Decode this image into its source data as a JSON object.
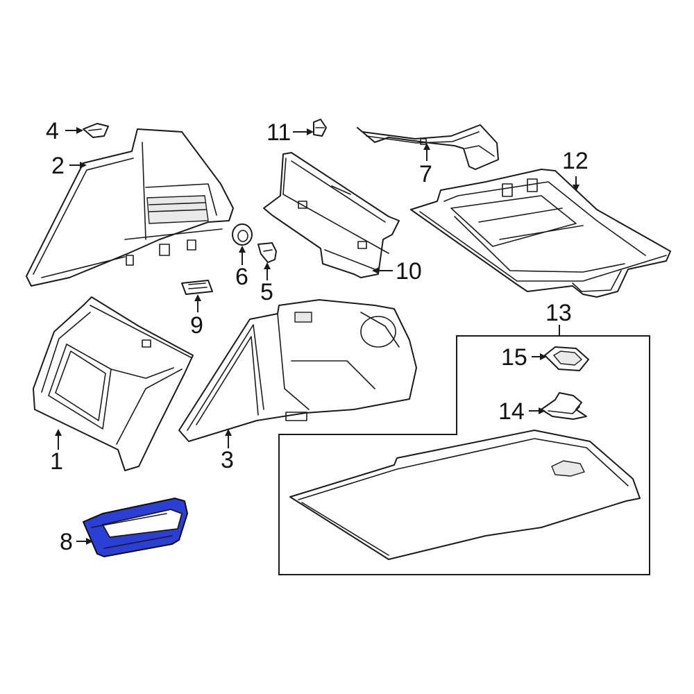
{
  "callouts": {
    "c1": "1",
    "c2": "2",
    "c3": "3",
    "c4": "4",
    "c5": "5",
    "c6": "6",
    "c7": "7",
    "c8": "8",
    "c9": "9",
    "c10": "10",
    "c11": "11",
    "c12": "12",
    "c13": "13",
    "c14": "14",
    "c15": "15"
  },
  "colors": {
    "highlight": "#2b3fd6",
    "line": "#1a1a1a"
  }
}
